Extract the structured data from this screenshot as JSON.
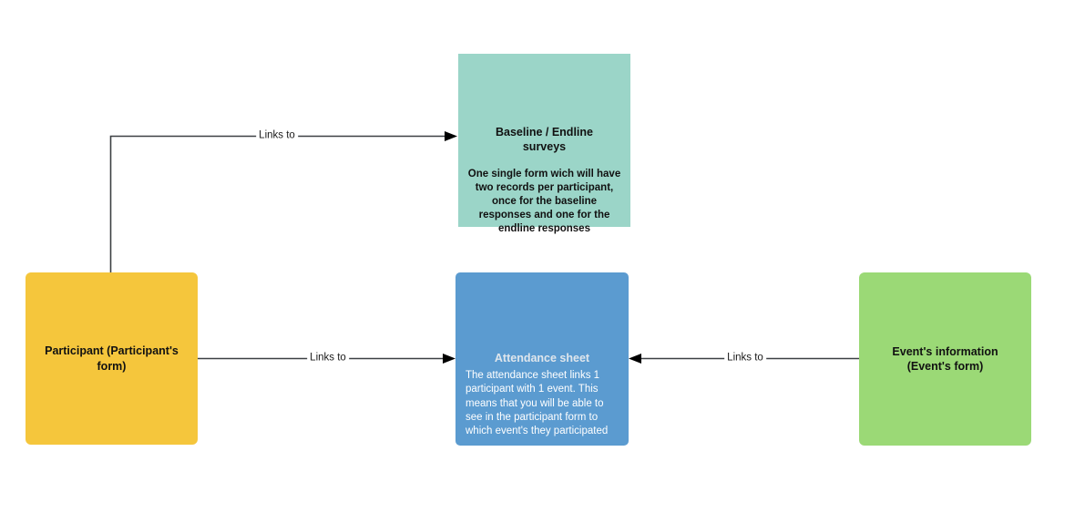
{
  "diagram": {
    "title_hidden": "",
    "nodes": [
      {
        "id": "participant",
        "title": "Participant (Participant's form)",
        "body": "",
        "color": "#f5c63c",
        "text_color": "#111111"
      },
      {
        "id": "surveys",
        "title": "Baseline / Endline surveys",
        "body": "One single form wich will have two records per participant, once for the baseline responses and one for the endline responses",
        "color": "#9bd5c8",
        "text_color": "#111111"
      },
      {
        "id": "attendance",
        "title": "Attendance sheet",
        "body": "The attendance sheet links 1 participant with 1 event. This means that you will be able to see in the participant form to which event's they participated",
        "color": "#5b9bd0",
        "text_color": "#ffffff"
      },
      {
        "id": "event",
        "title": "Event's information (Event's form)",
        "body": "",
        "color": "#9bd976",
        "text_color": "#111111"
      }
    ],
    "edges": [
      {
        "id": "participant-to-surveys",
        "label": "Links to",
        "from": "participant",
        "to": "surveys"
      },
      {
        "id": "participant-to-attendance",
        "label": "Links to",
        "from": "participant",
        "to": "attendance"
      },
      {
        "id": "event-to-attendance",
        "label": "Links to",
        "from": "event",
        "to": "attendance"
      }
    ],
    "stroke_color": "#3c4043",
    "background": "#ffffff"
  }
}
